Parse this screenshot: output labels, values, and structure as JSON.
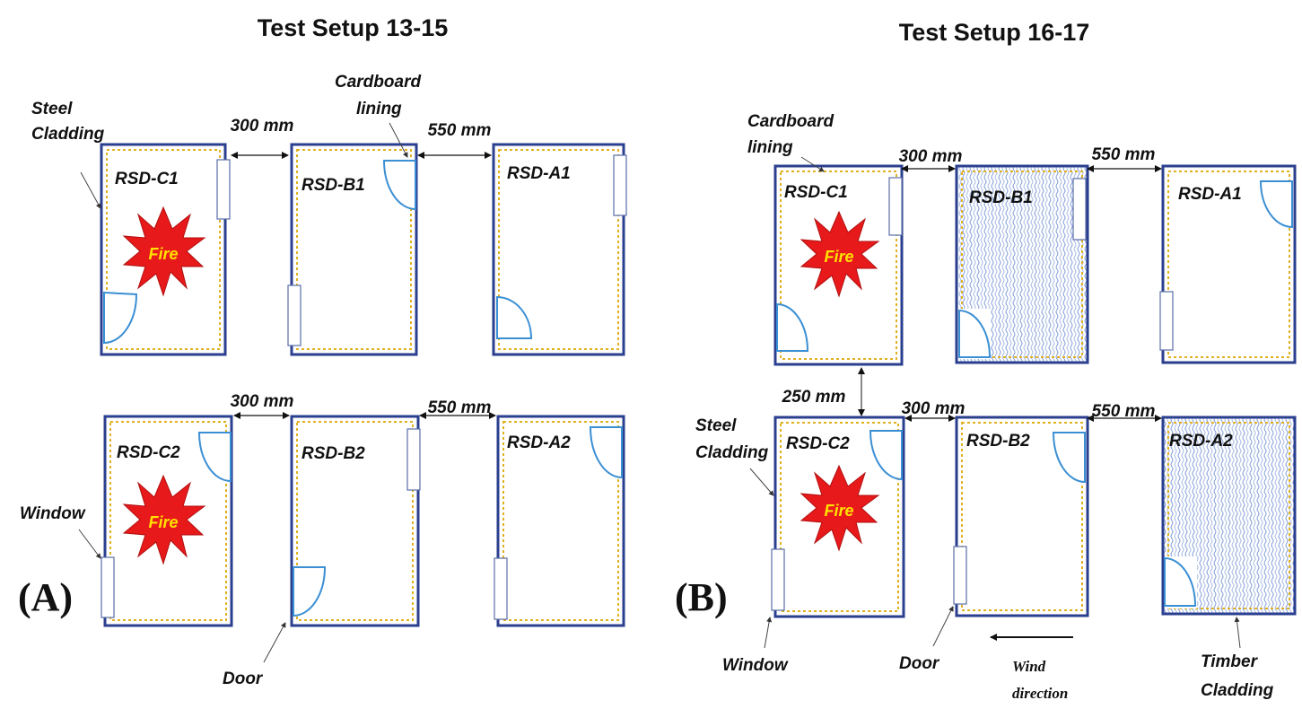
{
  "titles": {
    "left": "Test Setup 13-15",
    "right": "Test Setup 16-17"
  },
  "panels": {
    "a": "(A)",
    "b": "(B)"
  },
  "rooms": {
    "c1_left": "RSD-C1",
    "b1_left": "RSD-B1",
    "a1_left": "RSD-A1",
    "c2_left": "RSD-C2",
    "b2_left": "RSD-B2",
    "a2_left": "RSD-A2",
    "c1_right": "RSD-C1",
    "b1_right": "RSD-B1",
    "a1_right": "RSD-A1",
    "c2_right": "RSD-C2",
    "b2_right": "RSD-B2",
    "a2_right": "RSD-A2"
  },
  "fire_label": "Fire",
  "distances": {
    "d300": "300 mm",
    "d550": "550 mm",
    "d250": "250 mm"
  },
  "labels": {
    "steel": "Steel",
    "cladding": "Cladding",
    "cardboard": "Cardboard",
    "lining": "lining",
    "window": "Window",
    "door": "Door",
    "timber": "Timber",
    "wind": "Wind",
    "direction": "direction"
  },
  "colors": {
    "wall": "#2b3f8f",
    "lining": "#e0b020",
    "door": "#3b8fd4",
    "fire": "#e8191b",
    "fire_text": "#ffe100",
    "timber_pattern": "#7e9ad6"
  }
}
